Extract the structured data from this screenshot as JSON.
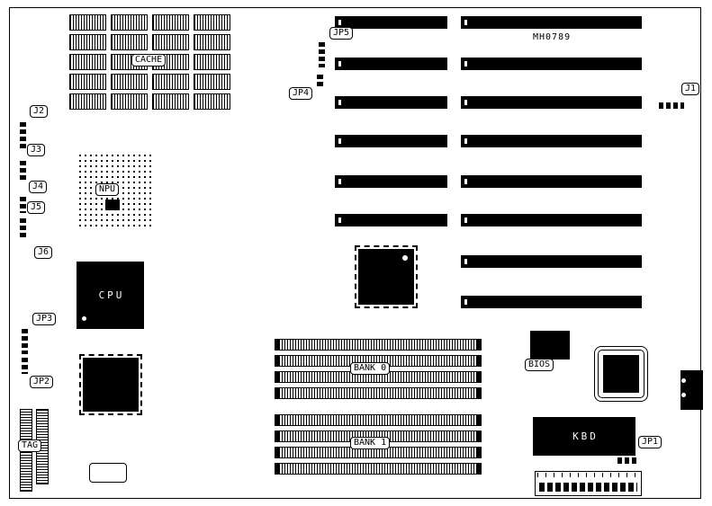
{
  "diagram": {
    "part_number": "MH0789",
    "components": {
      "cache": "CACHE",
      "npu": "NPU",
      "cpu": "CPU",
      "tag": "TAG",
      "bios": "BIOS",
      "kbd": "KBD",
      "bank0": "BANK 0",
      "bank1": "BANK 1"
    },
    "jumpers": {
      "j1": "J1",
      "j2": "J2",
      "j3": "J3",
      "j4": "J4",
      "j5": "J5",
      "j6": "J6",
      "jp1": "JP1",
      "jp2": "JP2",
      "jp3": "JP3",
      "jp4": "JP4",
      "jp5": "JP5"
    }
  }
}
